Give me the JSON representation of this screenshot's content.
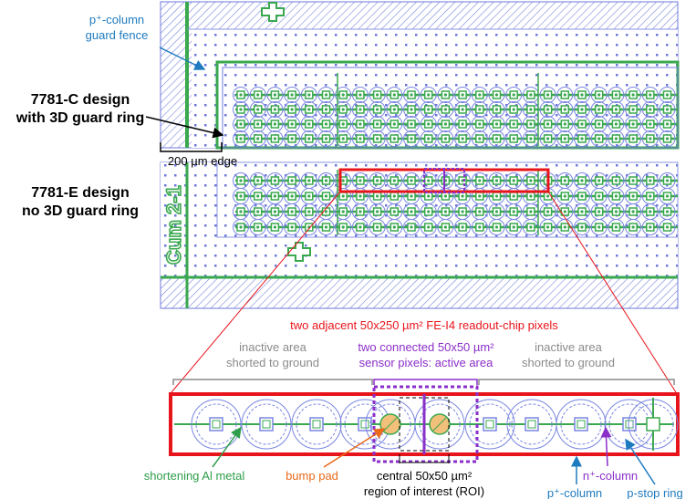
{
  "labels": {
    "guard_fence_1": "p⁺-column",
    "guard_fence_2": "guard fence",
    "design_c_1": "7781-C design",
    "design_c_2": "with 3D guard ring",
    "edge": "200 µm edge",
    "design_e_1": "7781-E design",
    "design_e_2": "no 3D guard ring",
    "chip_id": "Cum 2-1",
    "fe_pixels": "two adjacent 50x250 µm² FE-I4 readout-chip pixels",
    "inactive_left_1": "inactive area",
    "inactive_left_2": "shorted to ground",
    "active_1": "two connected 50x50 µm²",
    "active_2": "sensor pixels: active area",
    "inactive_right_1": "inactive area",
    "inactive_right_2": "shorted to ground",
    "al_metal": "shortening Al metal",
    "bump_pad": "bump pad",
    "roi_1": "central 50x50 µm²",
    "roi_2": "region of interest (ROI)",
    "n_column": "n⁺-column",
    "p_column": "p⁺-column",
    "p_stop": "p-stop ring"
  },
  "colors": {
    "red": "#e8141b",
    "purple": "#8b2fc9",
    "green": "#2e9e4a",
    "orange": "#e86a1a",
    "blue": "#1f7bbf",
    "gray": "#8a8a8a",
    "layout_blue": "#6d78d8",
    "layout_green": "#3aa84f"
  }
}
